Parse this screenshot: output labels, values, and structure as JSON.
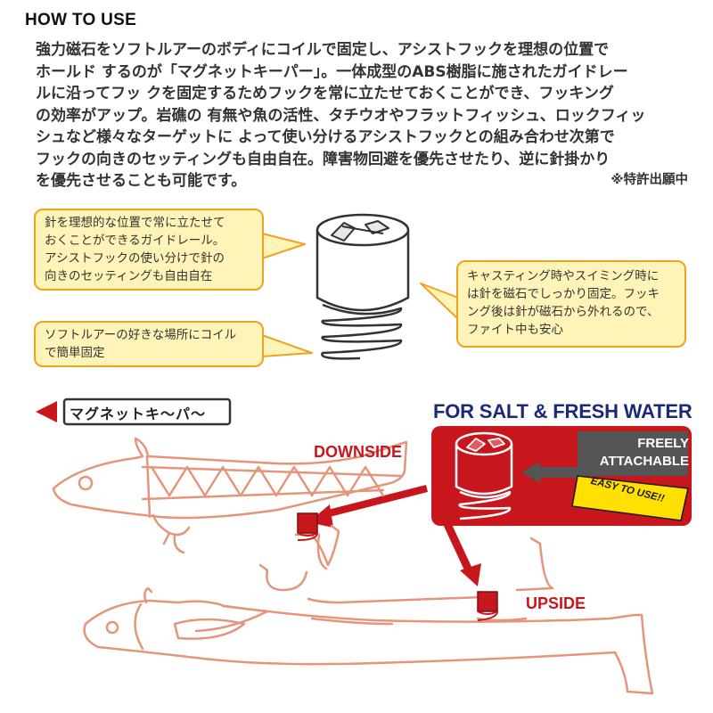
{
  "heading": "HOW TO USE",
  "intro_lines": [
    "強力磁石をソフトルアーのボディにコイルで固定し、アシストフックを理想の位置で",
    "ホールド するのが「マグネットキーパー」。一体成型のABS樹脂に施されたガイドレー",
    "ルに沿ってフッ クを固定するためフックを常に立たせておくことができ、フッキング",
    "の効率がアップ。岩礁の 有無や魚の活性、タチウオやフラットフィッシュ、ロックフィッ",
    "シュなど様々なターゲットに よって使い分けるアシストフックとの組み合わせ次第で",
    "フックの向きのセッティングも自由自在。障害物回避を優先させたり、逆に針掛かり",
    "を優先させることも可能です。"
  ],
  "patent_note": "※特許出願中",
  "callouts": {
    "guide_rail": [
      "針を理想的な位置で常に立たせて",
      "おくことができるガイドレール。",
      "アシストフックの使い分けで針の",
      "向きのセッティングも自由自在"
    ],
    "coil": [
      "ソフトルアーの好きな場所にコイル",
      "で簡単固定"
    ],
    "magnet": [
      "キャスティング時やスイミング時に",
      "は針を磁石でしっかり固定。フッキ",
      "ング後は針が磁石から外れるので、",
      "ファイト中も安心"
    ]
  },
  "product_label": "マグネットキ～パ～",
  "salt_fresh": "FOR SALT & FRESH WATER",
  "freely_lines": [
    "FREELY",
    "ATTACHABLE"
  ],
  "easy_badge": "EASY TO USE!!",
  "downside_label": "DOWNSIDE",
  "upside_label": "UPSIDE",
  "colors": {
    "callout_fill": "#fff4b8",
    "callout_border": "#f0a21e",
    "brand_red": "#c8161d",
    "lure_outline": "#e4957a",
    "navy": "#1a2a7a"
  }
}
